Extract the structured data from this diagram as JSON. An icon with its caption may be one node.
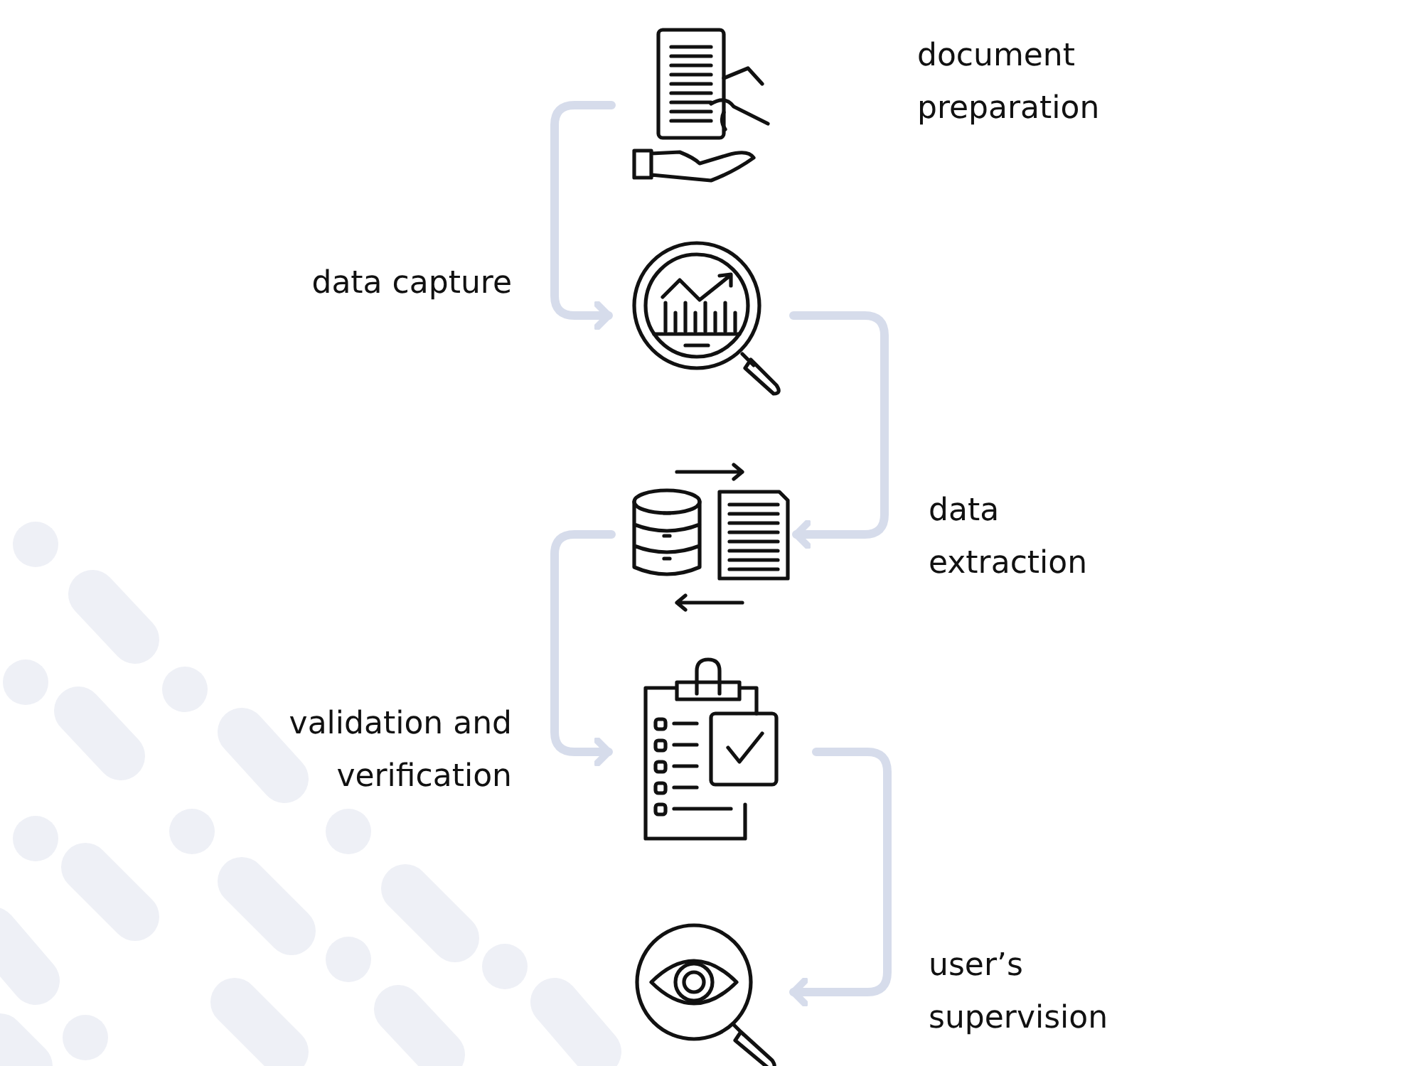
{
  "diagram": {
    "nodes": [
      {
        "text": [],
        "shape": "picture"
      },
      {
        "text": [],
        "shape": "picture"
      },
      {
        "text": [],
        "shape": "picture"
      },
      {
        "text": [],
        "shape": "picture"
      },
      {
        "text": [],
        "shape": "picture"
      }
    ],
    "edges": [
      {
        "from": 0,
        "to": 1,
        "arrow": "to"
      },
      {
        "from": 1,
        "to": 2,
        "arrow": "to"
      },
      {
        "from": 2,
        "to": 3,
        "arrow": "to"
      },
      {
        "from": 3,
        "to": 4,
        "arrow": "to"
      }
    ],
    "labels": [
      "document preparation",
      "data capture",
      "data extraction",
      "validation and verification",
      "user’s supervision"
    ]
  }
}
